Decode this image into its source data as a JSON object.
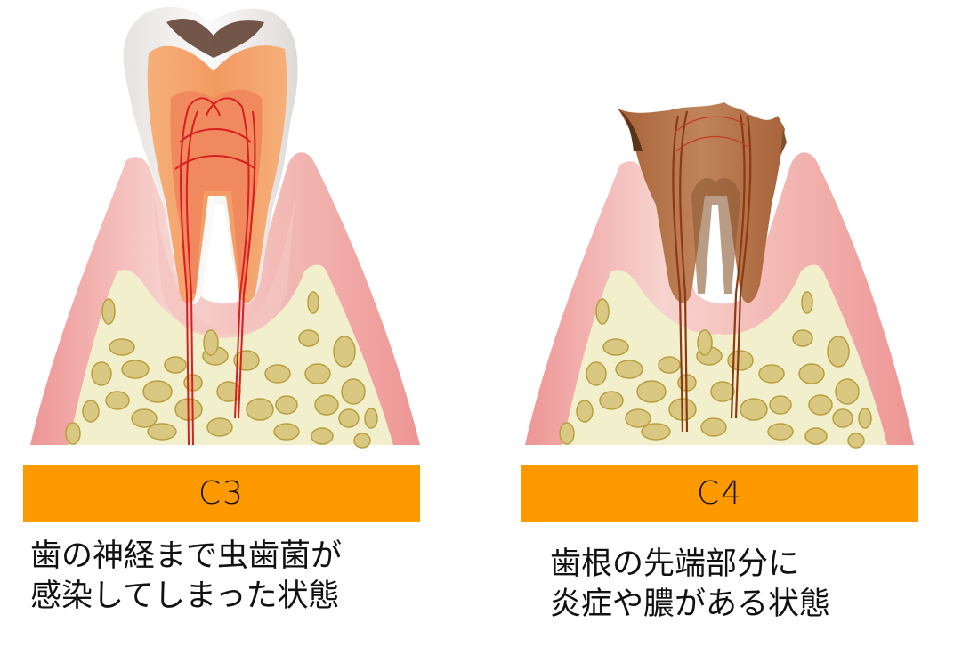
{
  "panels": [
    {
      "stage": "C3",
      "caption_lines": [
        "歯の神経まで虫歯菌が",
        "感染してしまった状態"
      ],
      "tooth_colors": {
        "enamel": "#E9E6E3",
        "dentin": "#F4A46A",
        "pulp": "#F08A5E",
        "nerves": "#D81E1E",
        "decay": "#5A3A2A"
      }
    },
    {
      "stage": "C4",
      "caption_lines": [
        "歯根の先端部分に",
        "炎症や膿がある状態"
      ],
      "tooth_colors": {
        "enamel": "#D9D4CF",
        "dentin": "#B8754A",
        "pulp": "#A55E36",
        "nerves": "#8C3A12",
        "decay": "#4A2A14"
      }
    }
  ],
  "colors": {
    "bar": "#FF9900",
    "gum": "#EE9C9C",
    "gum_light": "#F8D6D2",
    "bone": "#F2F0CC",
    "bone_chips": "#D9C882",
    "bone_chip_edge": "#B89E3E"
  }
}
